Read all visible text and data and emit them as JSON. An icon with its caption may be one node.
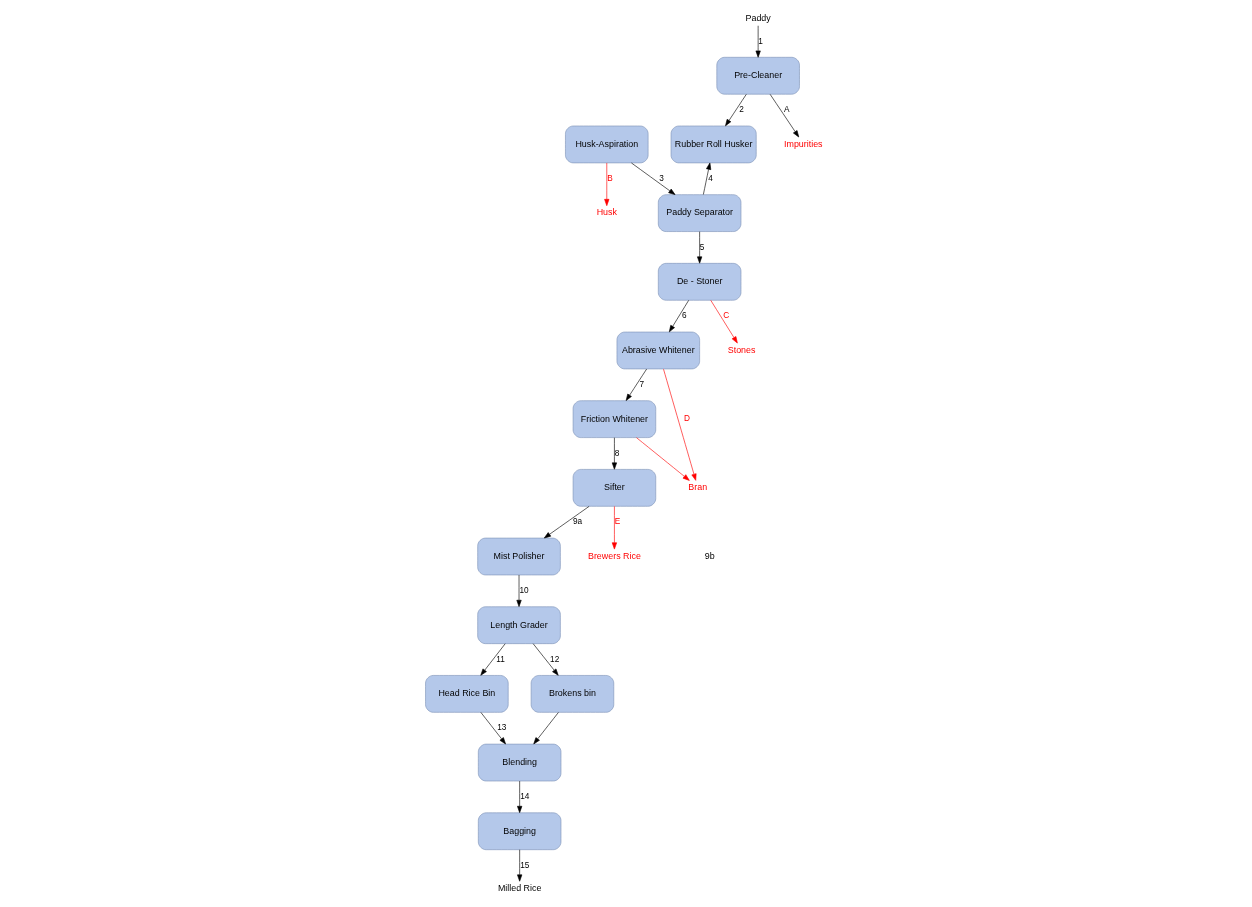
{
  "diagram": {
    "nodes": [
      {
        "text": [
          "Pre-Cleaner"
        ]
      },
      {
        "text": [
          "Rubber Roll Husker"
        ]
      },
      {
        "text": [
          "Husk-Aspiration"
        ]
      },
      {
        "text": [
          "Paddy Separator"
        ]
      },
      {
        "text": [
          "De - Stoner"
        ]
      },
      {
        "text": [
          "Abrasive Whitener"
        ]
      },
      {
        "text": [
          "Friction Whitener"
        ]
      },
      {
        "text": [
          "Sifter"
        ]
      },
      {
        "text": [
          "Mist Polisher"
        ]
      },
      {
        "text": [
          "Length Grader"
        ]
      },
      {
        "text": [
          "Head Rice Bin"
        ]
      },
      {
        "text": [
          "Brokens bin"
        ]
      },
      {
        "text": [
          "Blending"
        ]
      },
      {
        "text": [
          "Bagging"
        ]
      },
      {
        "text": [
          "Paddy"
        ]
      },
      {
        "text": [
          "Impurities"
        ]
      },
      {
        "text": [
          "Husk"
        ]
      },
      {
        "text": [
          "Stones"
        ]
      },
      {
        "text": [
          "Bran"
        ]
      },
      {
        "text": [
          "Brewers Rice"
        ]
      },
      {
        "text": [
          "Milled Rice"
        ]
      }
    ],
    "edges": [
      {
        "from": 14,
        "to": 0,
        "arrow": "to",
        "label": "1"
      },
      {
        "from": 0,
        "to": 15,
        "arrow": "to",
        "label": "A"
      },
      {
        "from": 0,
        "to": 1,
        "arrow": "to",
        "label": "2"
      },
      {
        "from": 2,
        "to": 16,
        "arrow": "to",
        "label": "B",
        "color": "#ff0000"
      },
      {
        "from": 2,
        "to": 3,
        "arrow": "to",
        "label": "3"
      },
      {
        "from": 3,
        "to": 1,
        "arrow": "to",
        "label": "4"
      },
      {
        "from": 3,
        "to": 4,
        "arrow": "to",
        "label": "5"
      },
      {
        "from": 4,
        "to": 17,
        "arrow": "to",
        "label": "C",
        "color": "#ff0000"
      },
      {
        "from": 4,
        "to": 5,
        "arrow": "to",
        "label": "6"
      },
      {
        "from": 5,
        "to": 6,
        "arrow": "to",
        "label": "7"
      },
      {
        "from": 6,
        "to": 7,
        "arrow": "to",
        "label": "8"
      },
      {
        "from": 5,
        "to": 18,
        "arrow": "to",
        "label": "D",
        "color": "#ff0000"
      },
      {
        "from": 6,
        "to": 18,
        "arrow": "to",
        "color": "#ff0000"
      },
      {
        "from": 7,
        "to": 19,
        "arrow": "to",
        "label": "E",
        "color": "#ff0000"
      },
      {
        "from": 7,
        "to": 8,
        "arrow": "to",
        "label": "9a"
      },
      {
        "from": 8,
        "to": 9,
        "arrow": "to",
        "label": "10"
      },
      {
        "from": 9,
        "to": 10,
        "arrow": "to",
        "label": "11"
      },
      {
        "from": 9,
        "to": 11,
        "arrow": "to",
        "label": "12"
      },
      {
        "from": 10,
        "to": 12,
        "arrow": "to",
        "label": "13"
      },
      {
        "from": 11,
        "to": 12,
        "arrow": "to"
      },
      {
        "from": 12,
        "to": 13,
        "arrow": "to",
        "label": "14"
      },
      {
        "from": 13,
        "to": 20,
        "arrow": "to",
        "label": "15"
      }
    ],
    "labels": [
      "9b"
    ]
  }
}
